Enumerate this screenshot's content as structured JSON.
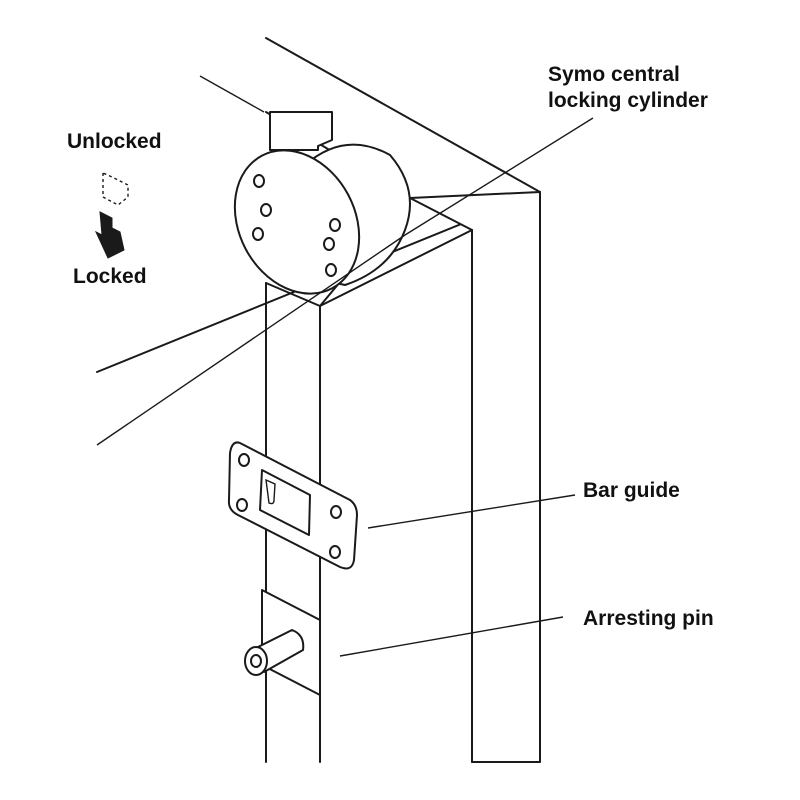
{
  "labels": {
    "cylinder_line1": "Symo central",
    "cylinder_line2": "locking cylinder",
    "unlocked": "Unlocked",
    "locked": "Locked",
    "bar_guide": "Bar guide",
    "arresting_pin": "Arresting pin"
  },
  "colors": {
    "line": "#1a1a1a",
    "background": "#ffffff",
    "arrow_fill": "#1a1a1a"
  },
  "icons": {
    "state_arrow": "down-arrow-icon"
  }
}
